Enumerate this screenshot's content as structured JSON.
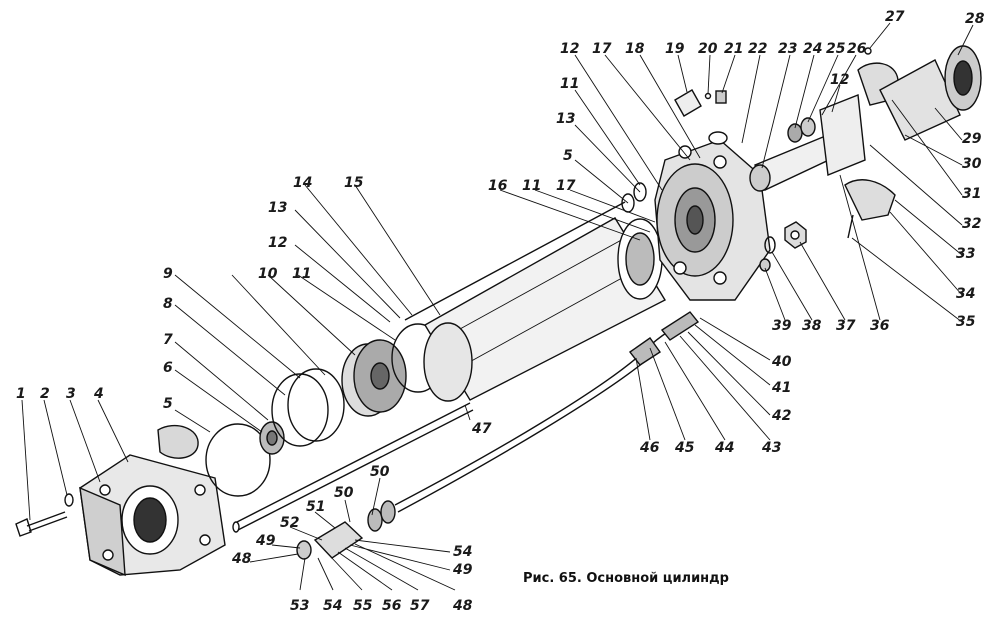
{
  "caption": "Рис. 65. Основной цилиндр",
  "callouts": [
    "1",
    "2",
    "3",
    "4",
    "5",
    "6",
    "7",
    "8",
    "9",
    "10",
    "11",
    "12",
    "13",
    "14",
    "15",
    "16",
    "11",
    "17",
    "5",
    "13",
    "11",
    "12",
    "17",
    "18",
    "19",
    "20",
    "21",
    "22",
    "23",
    "24",
    "25",
    "26",
    "27",
    "28",
    "12",
    "29",
    "30",
    "31",
    "32",
    "33",
    "34",
    "35",
    "36",
    "37",
    "38",
    "39",
    "40",
    "41",
    "42",
    "43",
    "44",
    "45",
    "46",
    "47",
    "48",
    "49",
    "50",
    "51",
    "52",
    "53",
    "54",
    "55",
    "56",
    "57",
    "48",
    "54",
    "49",
    "50"
  ]
}
